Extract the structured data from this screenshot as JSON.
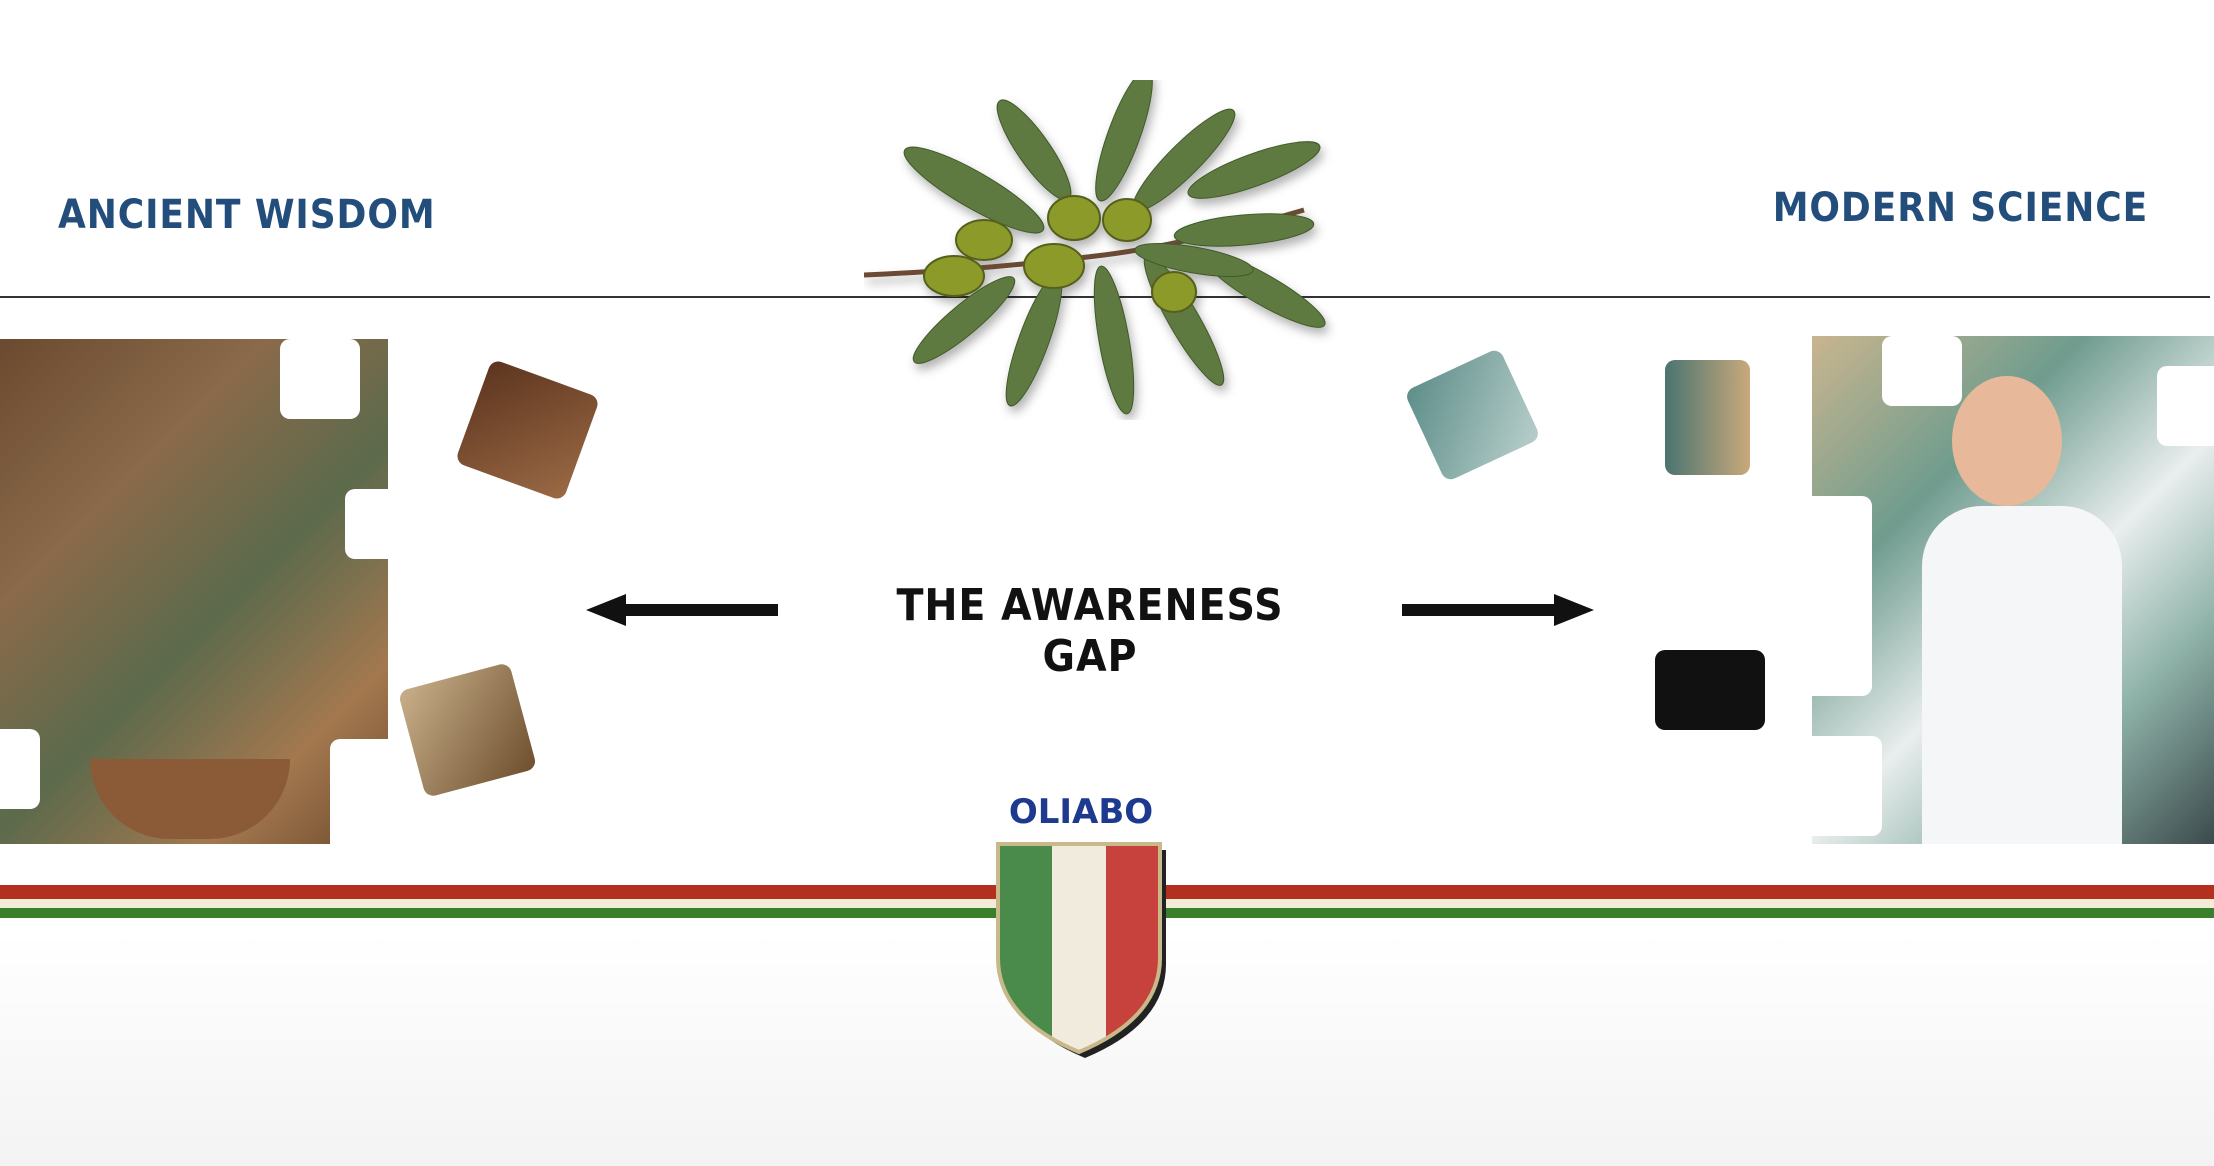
{
  "left_heading": "ANCIENT WISDOM",
  "right_heading": "MODERN SCIENCE",
  "center_text": "THE AWARENESS GAP",
  "brand": "OLIABO",
  "colors": {
    "heading": "#234e7c",
    "brand": "#1d3a8f",
    "red": "#b3301f",
    "cream": "#f3ecd9",
    "green": "#3a7f2a"
  },
  "icons": {
    "branch": "olive-branch-icon",
    "left_arrow": "arrow-left-icon",
    "right_arrow": "arrow-right-icon",
    "shield": "italian-shield-icon",
    "puzzle": "puzzle-piece-icon"
  }
}
